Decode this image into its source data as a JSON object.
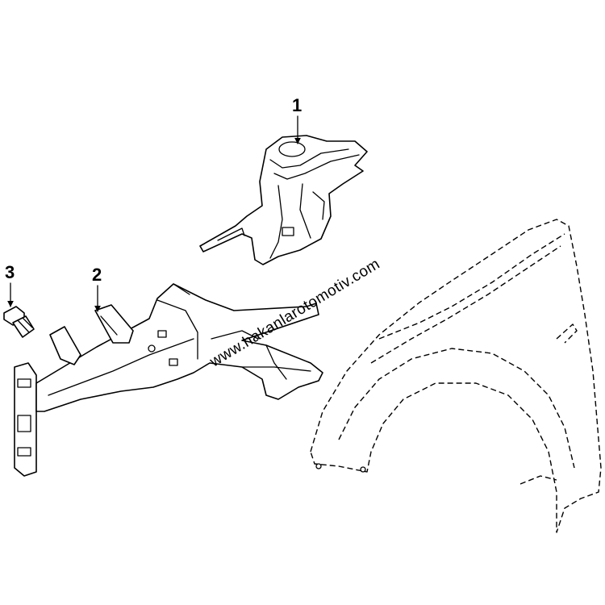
{
  "callouts": [
    {
      "id": "1",
      "label": "1"
    },
    {
      "id": "2",
      "label": "2"
    },
    {
      "id": "3",
      "label": "3"
    }
  ],
  "watermark": "www.hakanlarotomotiv.com",
  "colors": {
    "line": "#000000",
    "background": "#ffffff"
  }
}
